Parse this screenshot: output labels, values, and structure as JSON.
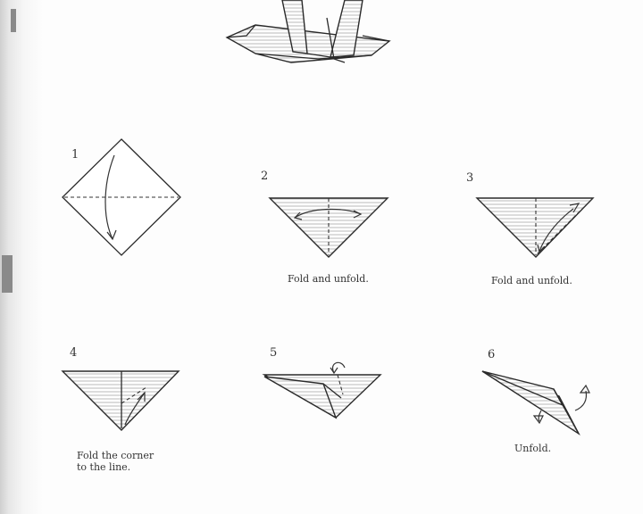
{
  "steps": [
    {
      "number": "1"
    },
    {
      "number": "2",
      "caption": "Fold and unfold."
    },
    {
      "number": "3",
      "caption": "Fold and unfold."
    },
    {
      "number": "4",
      "caption_lines": [
        "Fold the corner",
        "to the line."
      ]
    },
    {
      "number": "5"
    },
    {
      "number": "6",
      "caption": "Unfold."
    }
  ]
}
